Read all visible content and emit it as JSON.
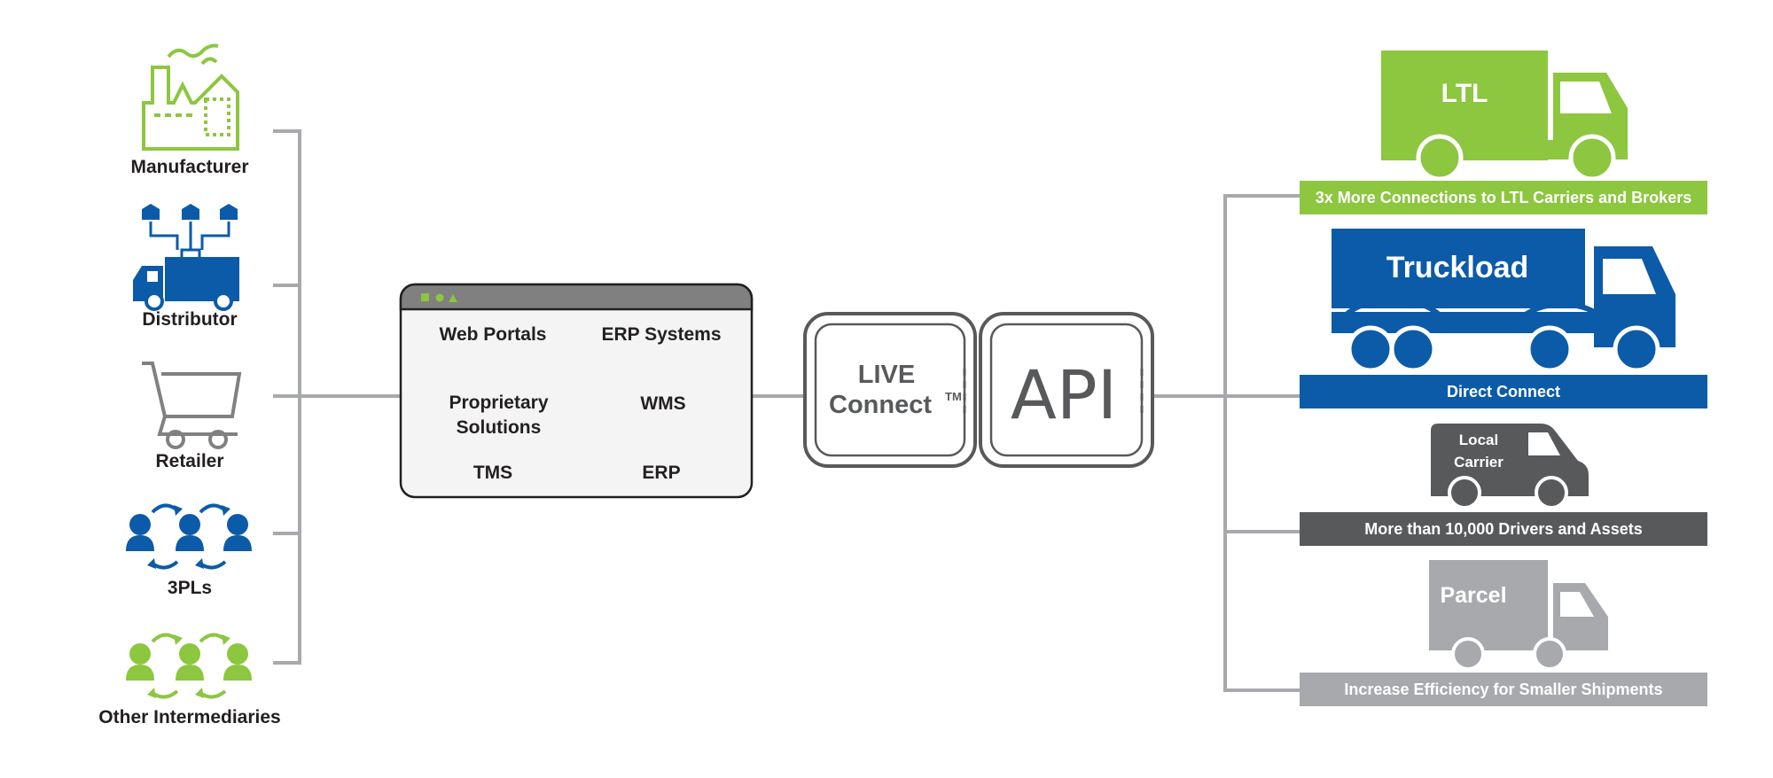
{
  "colors": {
    "green": "#8dc63f",
    "blue": "#0b5ba8",
    "dark_gray": "#58595b",
    "light_gray": "#a7a9ac",
    "connector": "#a7a9ac",
    "text": "#231f20",
    "panel_fill": "#f3f4f3",
    "panel_header": "#808080"
  },
  "sources": [
    {
      "label": "Manufacturer",
      "icon": "factory-icon"
    },
    {
      "label": "Distributor",
      "icon": "distribution-truck-icon"
    },
    {
      "label": "Retailer",
      "icon": "shopping-cart-icon"
    },
    {
      "label": "3PLs",
      "icon": "people-exchange-icon"
    },
    {
      "label": "Other Intermediaries",
      "icon": "people-exchange-icon"
    }
  ],
  "systems_panel": {
    "items": [
      "Web Portals",
      "ERP Systems",
      "Proprietary Solutions",
      "WMS",
      "TMS",
      "ERP"
    ]
  },
  "live_connect": {
    "line1": "LIVE",
    "line2": "Connect",
    "trademark": "TM"
  },
  "api": {
    "label": "API"
  },
  "carriers": [
    {
      "truck_label": "LTL",
      "bar_text": "3x More Connections to LTL Carriers and Brokers",
      "color": "#8dc63f",
      "icon": "box-truck-icon"
    },
    {
      "truck_label": "Truckload",
      "bar_text": "Direct Connect",
      "color": "#0b5ba8",
      "icon": "semi-truck-icon"
    },
    {
      "truck_label_line1": "Local",
      "truck_label_line2": "Carrier",
      "bar_text": "More than 10,000 Drivers and Assets",
      "color": "#58595b",
      "icon": "van-icon"
    },
    {
      "truck_label": "Parcel",
      "bar_text": "Increase Efficiency for Smaller Shipments",
      "color": "#a7a9ac",
      "icon": "parcel-truck-icon"
    }
  ]
}
